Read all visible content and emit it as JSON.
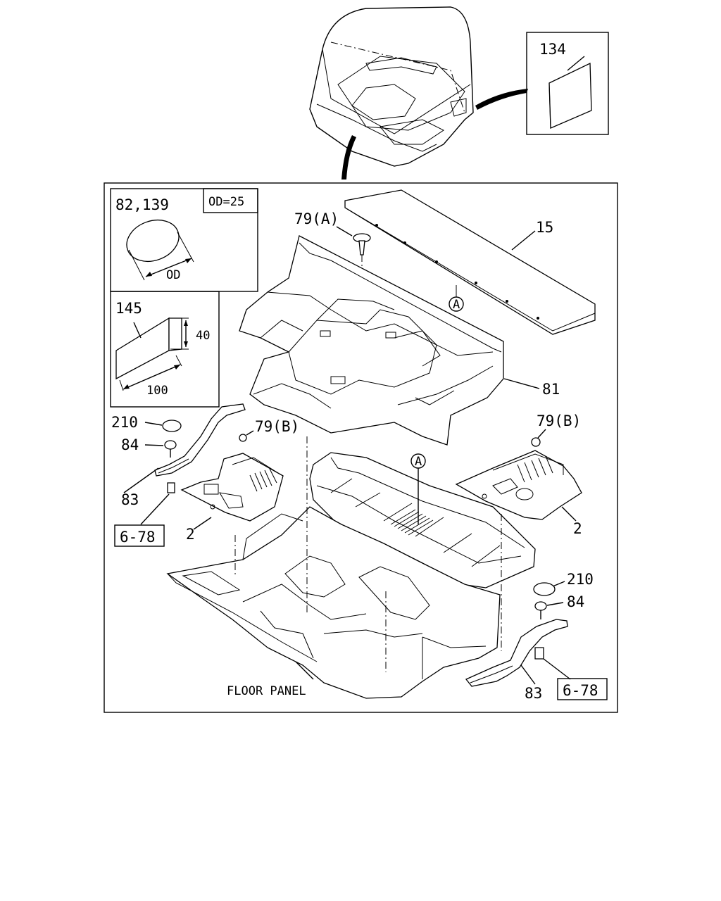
{
  "callouts": {
    "c134": "134",
    "c15": "15",
    "c79a": "79(A)",
    "c81": "81",
    "c82_139": "82,139",
    "od_eq": "OD=25",
    "od": "OD",
    "c145": "145",
    "dim40": "40",
    "dim100": "100",
    "c210_left": "210",
    "c84_left": "84",
    "c83_left": "83",
    "c79b_left": "79(B)",
    "c2_left": "2",
    "ref_left": "6-78",
    "c79b_right": "79(B)",
    "c2_right": "2",
    "c210_right": "210",
    "c84_right": "84",
    "c83_right": "83",
    "ref_right": "6-78",
    "circle_a_top": "A",
    "circle_a_mid": "A",
    "floor_panel": "FLOOR PANEL"
  }
}
